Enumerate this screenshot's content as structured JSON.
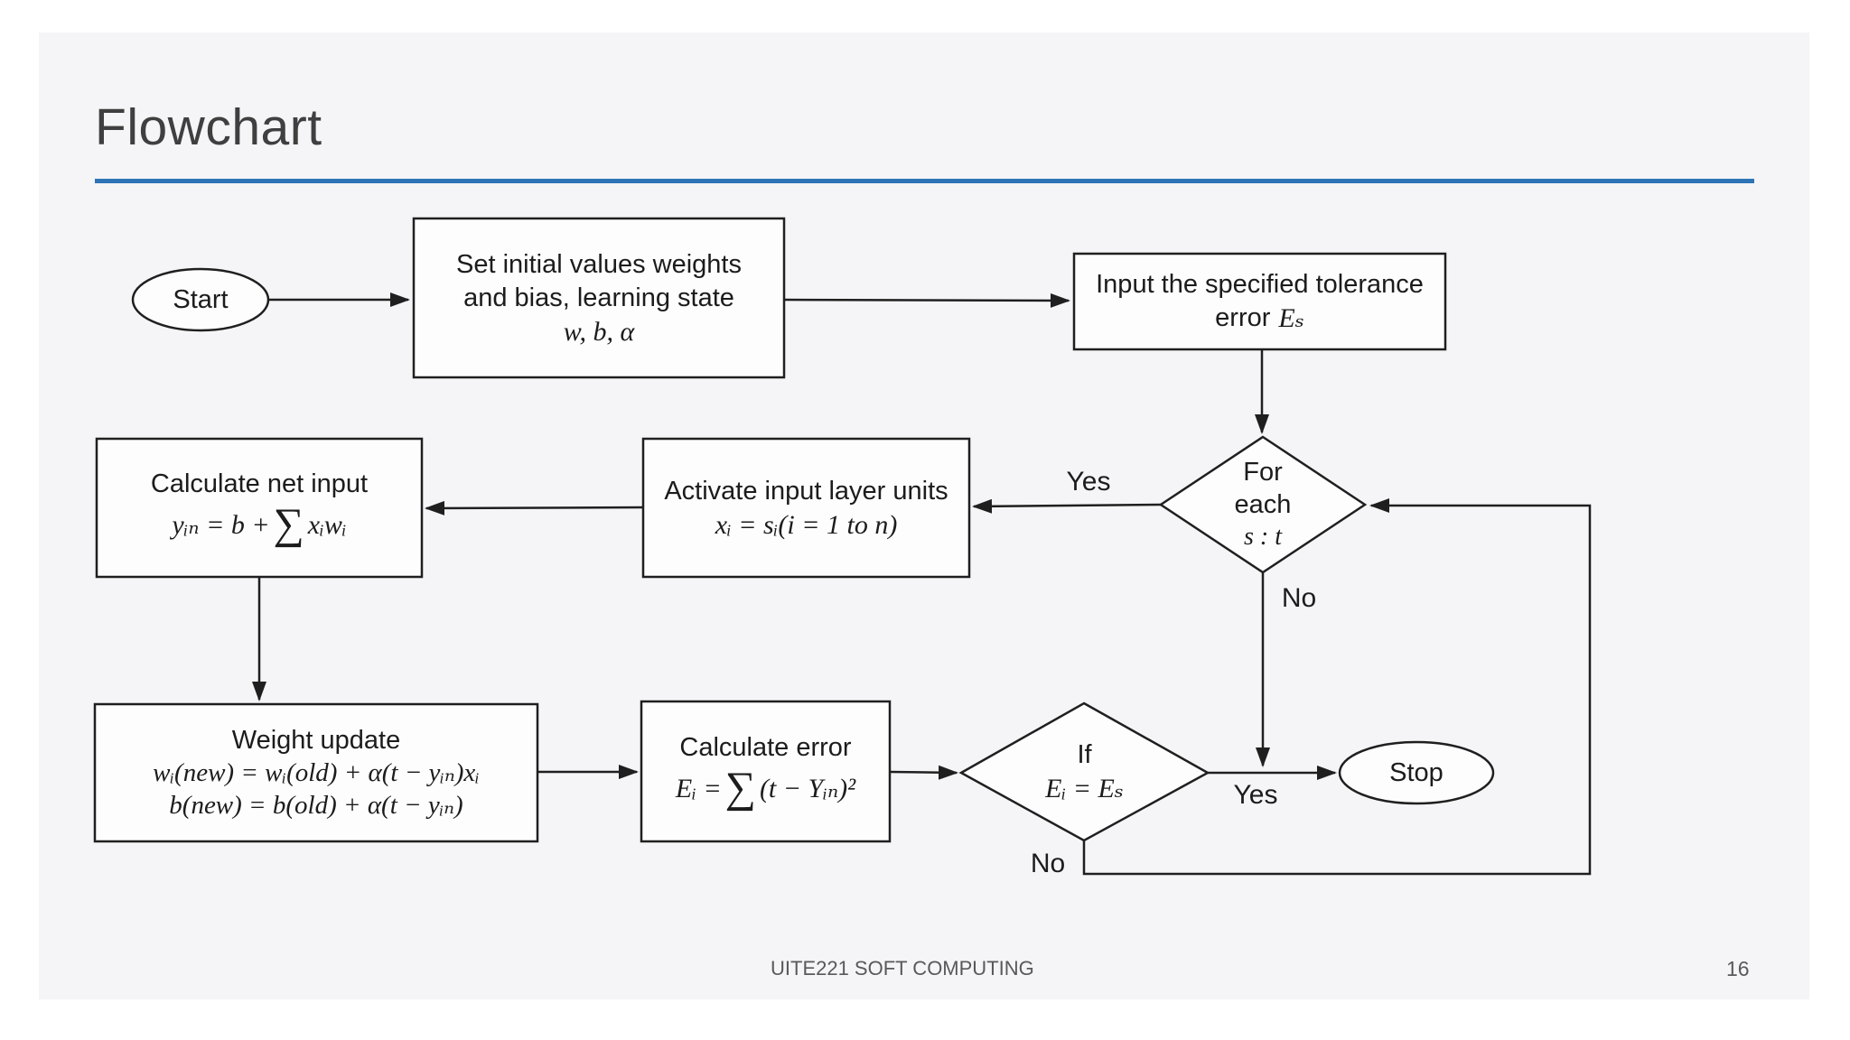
{
  "slide": {
    "title": "Flowchart",
    "footer": "UITE221 SOFT COMPUTING",
    "page_number": "16"
  },
  "colors": {
    "accent_underline": "#2e75b6",
    "slide_background": "#f5f4f6",
    "shape_fill": "#fdfdfe",
    "shape_outline": "#1f1f1f",
    "footer_text": "#595959"
  },
  "flowchart": {
    "start": {
      "label": "Start"
    },
    "set_initial": {
      "line1": "Set initial values weights",
      "line2": "and bias, learning state",
      "math": "w, b, α"
    },
    "input_tolerance": {
      "line1": "Input the specified tolerance",
      "line2_text": "error",
      "line2_math": "Eₛ"
    },
    "for_each": {
      "line1": "For",
      "line2": "each",
      "math": "s : t"
    },
    "activate_input": {
      "line1": "Activate input layer units",
      "math": "xᵢ = sᵢ(i = 1 to n)"
    },
    "net_input": {
      "line1": "Calculate net input",
      "math_pre": "yᵢₙ = b +",
      "math_sigma": "∑",
      "math_post": "xᵢwᵢ"
    },
    "weight_update": {
      "line1": "Weight update",
      "math1": "wᵢ(new) = wᵢ(old) + α(t − yᵢₙ)xᵢ",
      "math2": "b(new) = b(old) + α(t − yᵢₙ)"
    },
    "calc_error": {
      "line1": "Calculate error",
      "math_pre": "Eᵢ =",
      "math_sigma": "∑",
      "math_post": "(t − Yᵢₙ)²"
    },
    "if_check": {
      "line1": "If",
      "math": "Eᵢ = Eₛ"
    },
    "stop": {
      "label": "Stop"
    },
    "edge_labels": {
      "yes_for_each": "Yes",
      "no_for_each": "No",
      "yes_if": "Yes",
      "no_if": "No"
    }
  }
}
